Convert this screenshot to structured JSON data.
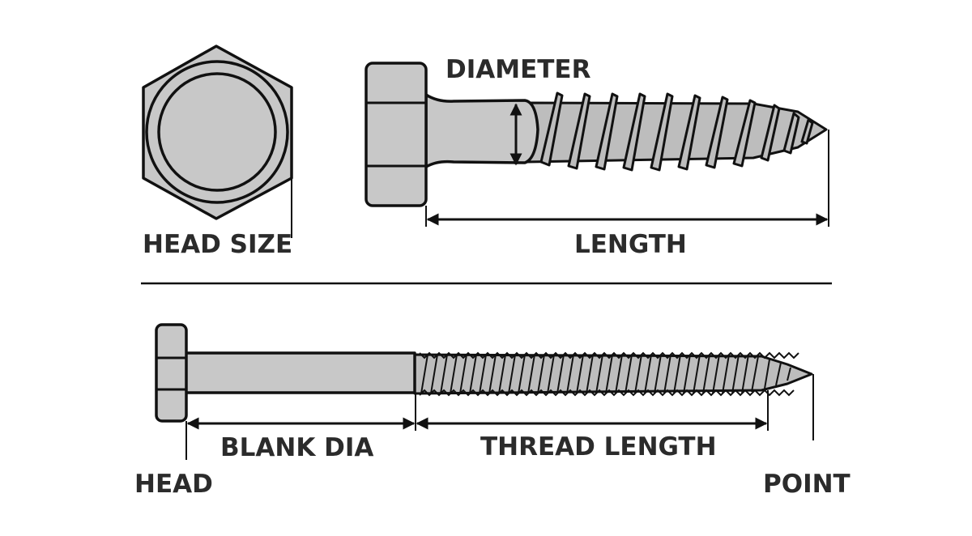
{
  "labels": {
    "diameter": "DIAMETER",
    "head_size": "HEAD SIZE",
    "length": "LENGTH",
    "blank_dia": "BLANK DIA",
    "thread_length": "THREAD LENGTH",
    "head": "HEAD",
    "point": "POINT"
  },
  "colors": {
    "metal": "#c8c8c8",
    "outline": "#111111",
    "text": "#2b2b2b"
  }
}
